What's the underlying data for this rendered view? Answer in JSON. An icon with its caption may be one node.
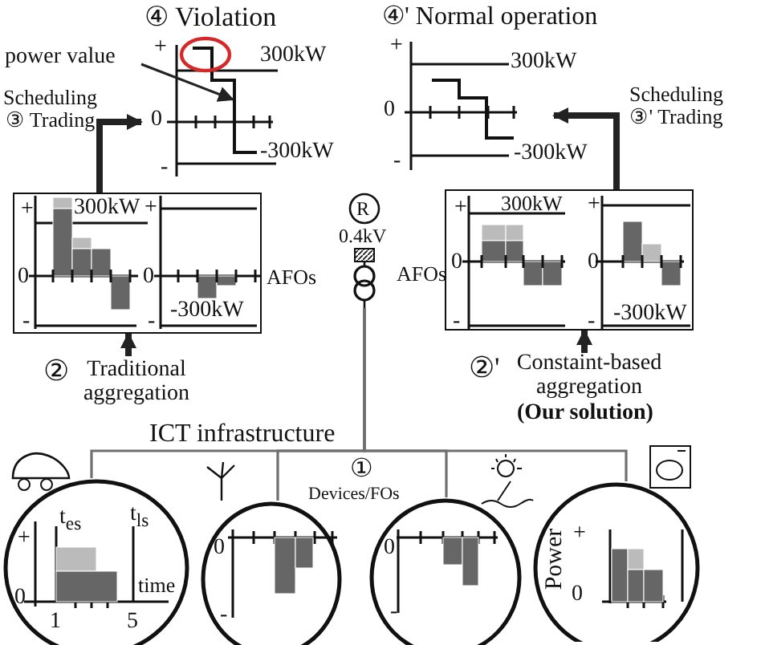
{
  "diagram": {
    "nodes": [
      {
        "text": [
          "④ Violation",
          "+",
          "300kW",
          "0",
          "-300kW",
          "-"
        ]
      },
      {
        "text": [
          "④' Normal operation",
          "+",
          "300kW",
          "0",
          "-300kW",
          "-"
        ]
      },
      {
        "text": [
          "power value"
        ]
      },
      {
        "text": [
          "+",
          "300kW",
          "0",
          "+",
          "0",
          "-300kW",
          "-",
          "-"
        ]
      },
      {
        "text": [
          "②",
          "Traditional aggregation"
        ]
      },
      {
        "text": [
          "+",
          "300kW",
          "0",
          "+",
          "0",
          "-300kW",
          "-",
          "-"
        ]
      },
      {
        "text": [
          "②'",
          "Constaint-based aggregation",
          "(Our solution)"
        ]
      },
      {
        "text": [
          "R",
          "0.4kV"
        ]
      },
      {
        "text": [
          "+",
          "t$_{es}$",
          "t$_{ls}$",
          "0",
          "time",
          "1",
          "5"
        ]
      },
      {
        "text": [
          "0",
          "-"
        ]
      },
      {
        "text": [
          "0",
          "-"
        ]
      },
      {
        "text": [
          "Power",
          "+",
          "0"
        ]
      }
    ],
    "edges": [
      {
        "from": 3,
        "to": 0,
        "arrow": "to",
        "style": "thick",
        "label": "Scheduling ③ Trading"
      },
      {
        "from": 5,
        "to": 1,
        "arrow": "to",
        "style": "thick",
        "label": "Scheduling ③' Trading"
      },
      {
        "from": 2,
        "to": 0,
        "arrow": "to"
      },
      {
        "from": 4,
        "to": 3,
        "arrow": "to",
        "style": "thick"
      },
      {
        "from": 6,
        "to": 5,
        "arrow": "to",
        "style": "thick"
      },
      {
        "from": 7,
        "to": 8,
        "arrow": "none",
        "color": "#707070"
      },
      {
        "from": 7,
        "to": 9,
        "arrow": "none",
        "color": "#707070"
      },
      {
        "from": 7,
        "to": 10,
        "arrow": "none",
        "color": "#707070"
      },
      {
        "from": 7,
        "to": 11,
        "arrow": "none",
        "color": "#707070"
      }
    ],
    "labels": [
      "AFOs",
      "AFOs",
      "ICT infrastructure",
      "①",
      "Devices/FOs"
    ]
  }
}
